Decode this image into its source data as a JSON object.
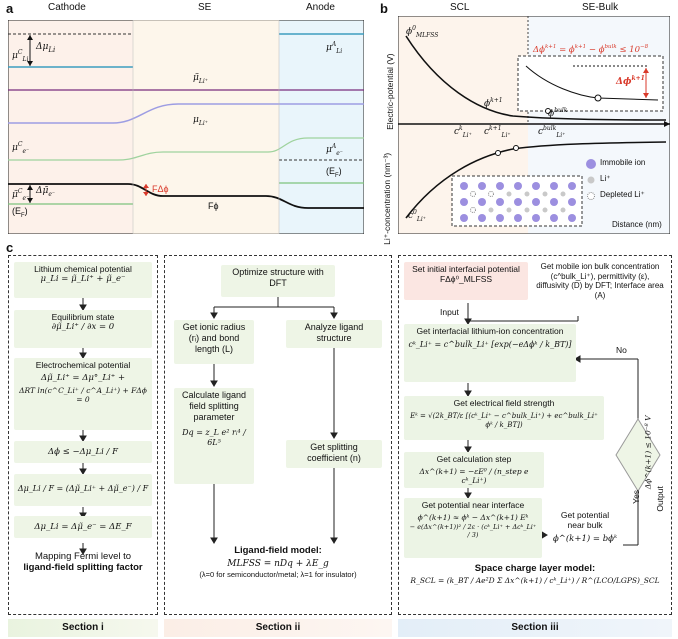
{
  "panel_a": {
    "label": "a",
    "regions": [
      "Cathode",
      "SE",
      "Anode"
    ],
    "delta_mu_li": "Δμ",
    "delta_mu_li_sub": "Li",
    "mu_li_c": "μ",
    "mu_li_c_sup": "C",
    "mu_li_c_sub": "Li",
    "mu_li_a": "μ",
    "mu_li_a_sup": "A",
    "mu_li_a_sub": "Li",
    "mu_tilde_li": "μ̃",
    "mu_tilde_li_sub": "Li⁺",
    "mu_li_plus": "μ",
    "mu_li_plus_sub": "Li⁺",
    "mu_e_c": "μ",
    "mu_e_c_sup": "C",
    "mu_e_c_sub": "e⁻",
    "mu_e_a": "μ",
    "mu_e_a_sup": "A",
    "mu_e_a_sub": "e⁻",
    "delta_mu_tilde_e": "Δμ̃",
    "delta_mu_tilde_e_sub": "e⁻",
    "mu_tilde_e_c": "μ̃",
    "mu_tilde_e_c_sup": "C",
    "mu_tilde_e_c_sub": "e⁻",
    "ef_left": "(E",
    "ef_left_sub": "F",
    "ef_left_close": ")",
    "ef_right": "(E",
    "ef_right_sub": "F",
    "ef_right_close": ")",
    "f_delta_phi": "FΔϕ",
    "f_phi": "Fϕ"
  },
  "panel_b": {
    "label": "b",
    "scl": "SCL",
    "se_bulk": "SE-Bulk",
    "y_top": "Electric-potential (V)",
    "y_bottom": "Li⁺-concentration (nm⁻³)",
    "x_label": "Distance (nm)",
    "phi_mlfss": "ϕ",
    "phi_mlfss_sup": "0",
    "phi_mlfss_sub": "MLFSS",
    "phi_k1": "ϕ",
    "phi_k1_sup": "k+1",
    "phi_bulk": "ϕ",
    "phi_bulk_sup": "bulk",
    "conv_eq": "Δϕ",
    "conv_eq_sup": "k+1",
    "conv_eq_rest": " = ϕ",
    "conv_eq_sup2": "k+1",
    "conv_eq_rest2": " − ϕ",
    "conv_eq_sup3": "bulk",
    "conv_eq_rest3": " ≤ 10",
    "conv_eq_sup4": "−8",
    "delta_phi_k1": "Δϕ",
    "delta_phi_k1_sup": "k+1",
    "c_k": "c",
    "c_k_sup": "k",
    "c_k_sub": "Li⁺",
    "c_k1": "c",
    "c_k1_sup": "k+1",
    "c_k1_sub": "Li⁺",
    "c_bulk": "c",
    "c_bulk_sup": "bulk",
    "c_bulk_sub": "Li⁺",
    "c_0": "c",
    "c_0_sup": "0",
    "c_0_sub": "Li⁺",
    "legend": [
      "Immobile ion",
      "Li⁺",
      "Depleted Li⁺"
    ],
    "colors": {
      "immobile": "#9c8fe0",
      "li": "#c9c9c9",
      "depleted": "#ffffff",
      "highlight": "#d93a2b"
    }
  },
  "panel_c": {
    "label": "c",
    "s1": {
      "b1_title": "Lithium chemical potential",
      "b1_eq": "μ_Li = μ̃_Li⁺ + μ̃_e⁻",
      "b2_title": "Equilibrium state",
      "b2_eq": "∂μ̃_Li⁺ / ∂x = 0",
      "b3_title": "Electrochemical potential",
      "b3_eq1": "Δμ̃_Li⁺ = Δμ°_Li⁺ +",
      "b3_eq2": "ΔRT ln(c^C_Li⁺ / c^A_Li⁺) + FΔϕ = 0",
      "b4_eq": "Δϕ ≤ −Δμ_Li / F",
      "b5_eq": "Δμ_Li / F = (Δμ̃_Li⁺ + Δμ̃_e⁻) / F",
      "b6_eq": "Δμ_Li = Δμ̃_e⁻ = ΔE_F",
      "footer1": "Mapping Fermi level to",
      "footer2": "ligand-field splitting factor",
      "section": "Section i"
    },
    "s2": {
      "b1": "Optimize structure with DFT",
      "b2": "Get ionic radius (rᵢ) and bond length (L)",
      "b3": "Analyze ligand structure",
      "b4": "Calculate ligand field splitting parameter",
      "b4_eq": "Dq = z_L e² rᵢ⁴ / 6L⁵",
      "b5": "Get splitting coefficient (n)",
      "footer_title": "Ligand-field model:",
      "footer_eq": "MLFSS = nDq + λE_g",
      "footer_note": "(λ=0 for semiconductor/metal; λ=1 for insulator)",
      "section": "Section ii"
    },
    "s3": {
      "b1": "Set initial interfacial potential FΔϕ⁰_MLFSS",
      "b2": "Get mobile ion bulk concentration (c^bulk_Li⁺), permittivity (ε), diffusivity (D) by DFT; Interface area (A)",
      "input": "Input",
      "b3": "Get interfacial lithium-ion concentration",
      "b3_eq": "cᵏ_Li⁺ = c^bulk_Li⁺ [exp(−eΔϕᵏ / k_BT)]",
      "no": "No",
      "b4": "Get electrical field strength",
      "b4_eq": "Eᵏ = √(2k_BT/ε [(cᵏ_Li⁺ − c^bulk_Li⁺) + ec^bulk_Li⁺ ϕᵏ / k_BT])",
      "b5": "Get calculation step",
      "b5_eq": "Δx^(k+1) = −εE⁰ / (n_step e cᵏ_Li⁺)",
      "b6": "Get potential near interface",
      "b6_eq1": "ϕ^(k+1) ≈ ϕᵏ − Δx^(k+1) Eᵏ",
      "b6_eq2": "− e(Δx^(k+1))² / 2ε · (cᵏ_Li⁺ + Δcᵏ_Li⁺ / 3)",
      "b7": "Get potential near bulk",
      "b7_eq": "ϕ^(k+1) = bϕᵏ",
      "diamond": "Δϕ^(k+1) ≤ 10⁻⁸ V",
      "yes": "Yes",
      "output": "Output",
      "footer_title": "Space charge layer model:",
      "footer_eq": "R_SCL = (k_BT / Ae²D Σ Δx^(k+1) / cᵏ_Li⁺) / R^(LCO/LGPS)_SCL",
      "section": "Section iii"
    }
  }
}
